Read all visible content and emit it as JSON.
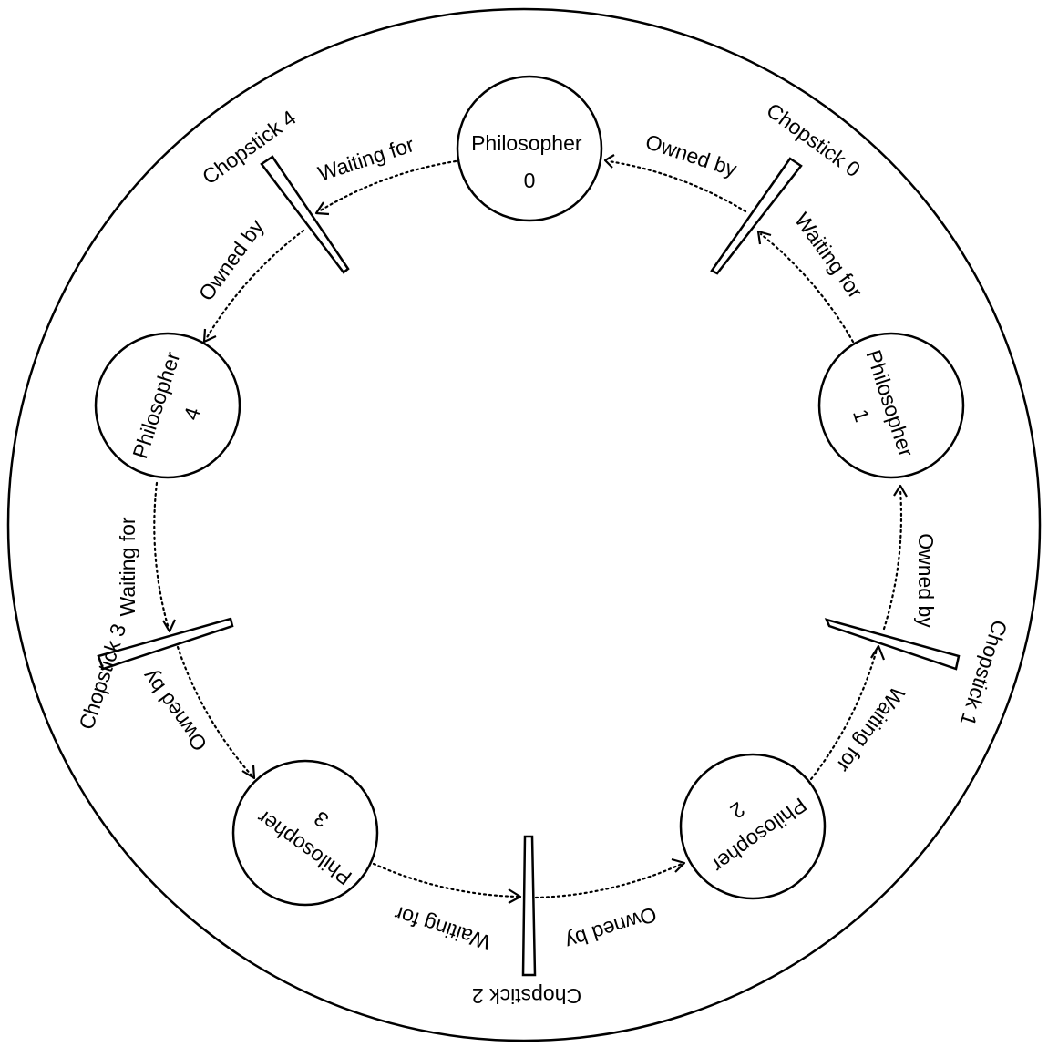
{
  "philosophers": [
    {
      "line1": "Philosopher",
      "line2": "0"
    },
    {
      "line1": "Philosopher",
      "line2": "1"
    },
    {
      "line1": "Philosopher",
      "line2": "2"
    },
    {
      "line1": "Philosopher",
      "line2": "3"
    },
    {
      "line1": "Philosopher",
      "line2": "4"
    }
  ],
  "chopsticks": [
    {
      "label": "Chopstick 0"
    },
    {
      "label": "Chopstick 1"
    },
    {
      "label": "Chopstick 2"
    },
    {
      "label": "Chopstick 3"
    },
    {
      "label": "Chopstick 4"
    }
  ],
  "relations": {
    "waiting": "Waiting for",
    "owned": "Owned by"
  }
}
